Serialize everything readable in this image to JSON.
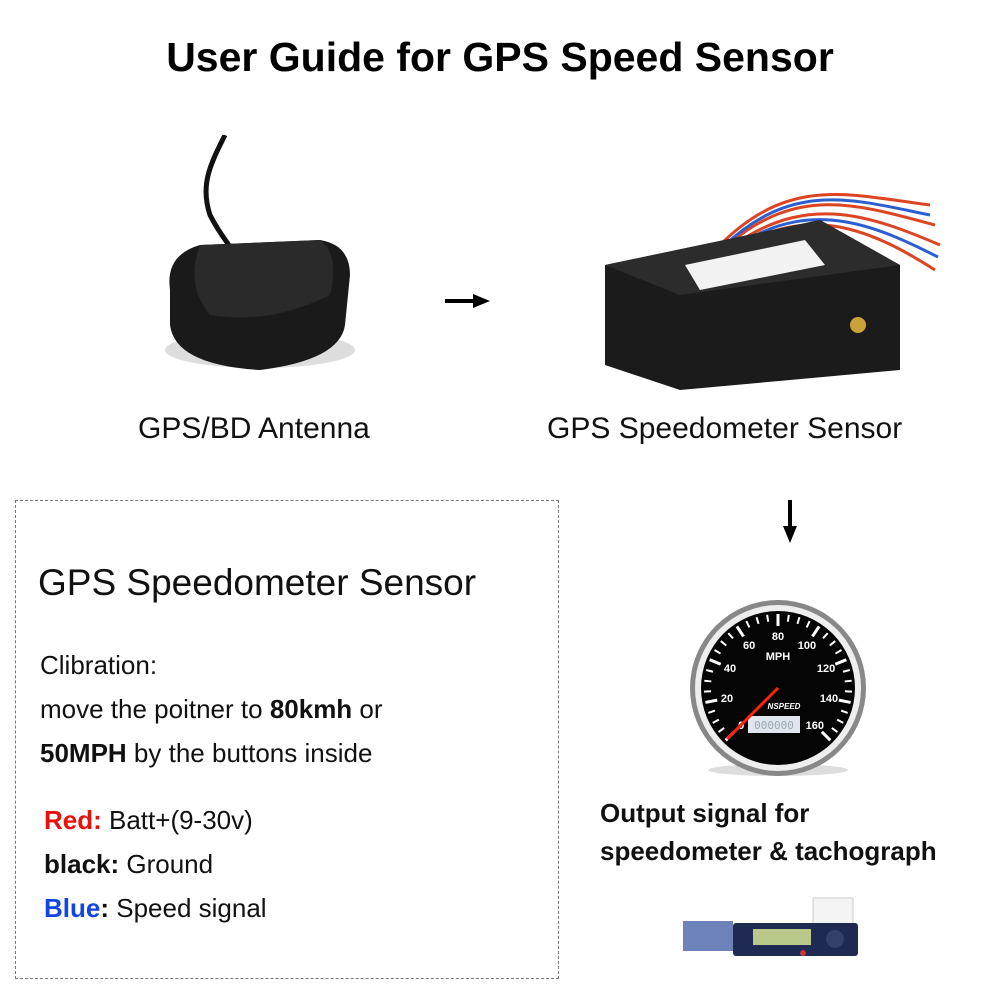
{
  "title": "User Guide for GPS Speed Sensor",
  "antenna": {
    "label": "GPS/BD Antenna"
  },
  "sensor": {
    "label": "GPS Speedometer Sensor"
  },
  "panel": {
    "title": "GPS Speedometer Sensor",
    "calibration_heading": "Clibration:",
    "line1_pre": "move the poitner to ",
    "line1_bold": "80kmh",
    "line1_post": " or",
    "line2_bold": "50MPH",
    "line2_post": " by the buttons inside",
    "wires": [
      {
        "name": "Red:",
        "desc": " Batt+(9-30v)",
        "color": "#e8120c"
      },
      {
        "name": "black:",
        "desc": " Ground",
        "color": "#111111"
      },
      {
        "name": "Blue",
        "sep": ":",
        "desc": " Speed signal",
        "color": "#1246e0"
      }
    ]
  },
  "gauge": {
    "unit": "MPH",
    "brand": "NSPEED",
    "odometer": "000000",
    "ticks": [
      "0",
      "20",
      "40",
      "60",
      "80",
      "100",
      "120",
      "140",
      "160"
    ],
    "needle_value": 0
  },
  "output": {
    "line1": "Output signal for",
    "line2": "speedometer & tachograph"
  },
  "icons": {
    "right": "arrow-right-icon",
    "down": "arrow-down-icon"
  }
}
